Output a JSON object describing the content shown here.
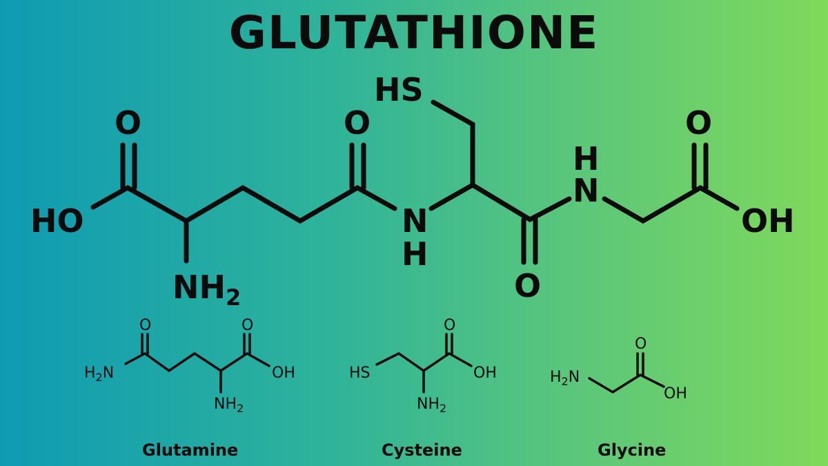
{
  "title": "GLUTATHIONE",
  "glutathione": {
    "atoms": {
      "o_left": "O",
      "ho_left": "HO",
      "nh2": "NH",
      "nh2_sub": "2",
      "o_mid": "O",
      "hs": "HS",
      "n1": "N",
      "h1": "H",
      "o_bottom": "O",
      "h2": "H",
      "n2": "N",
      "o_right": "O",
      "oh_right": "OH"
    }
  },
  "amino_acids": [
    {
      "name": "Glutamine",
      "atoms": {
        "o1": "O",
        "h2n": "H",
        "h2n_sub": "2",
        "h2n_n": "N",
        "o2": "O",
        "oh": "OH",
        "nh2": "NH",
        "nh2_sub": "2"
      }
    },
    {
      "name": "Cysteine",
      "atoms": {
        "hs": "HS",
        "o": "O",
        "oh": "OH",
        "nh2": "NH",
        "nh2_sub": "2"
      }
    },
    {
      "name": "Glycine",
      "atoms": {
        "h2n": "H",
        "h2n_sub": "2",
        "h2n_n": "N",
        "o": "O",
        "oh": "OH"
      }
    }
  ]
}
